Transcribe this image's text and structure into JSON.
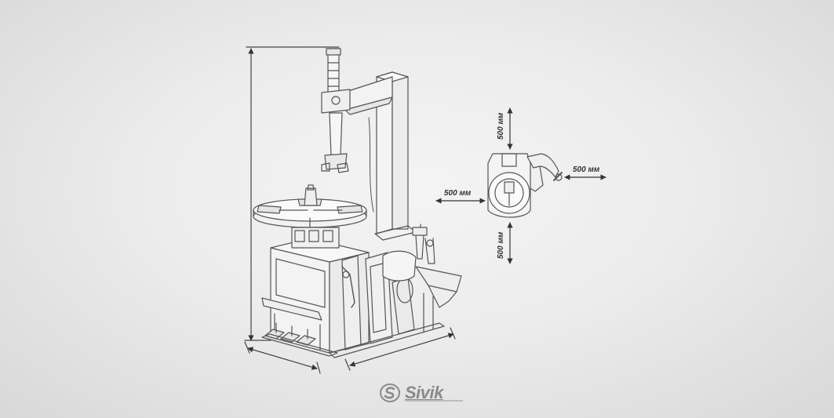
{
  "dimension_labels": {
    "top": "500 мм",
    "right": "500 мм",
    "left": "500 мм",
    "bottom": "500 мм"
  },
  "brand": {
    "name": "Sivik",
    "color": "#8a8a8a"
  },
  "colors": {
    "line": "#555555",
    "background": "#ececec"
  }
}
